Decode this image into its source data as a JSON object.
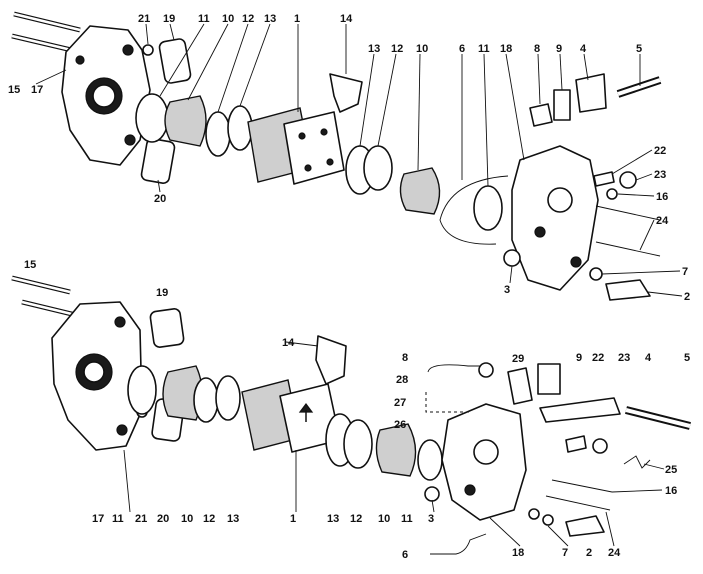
{
  "diagram": {
    "callouts_upper": [
      "21",
      "19",
      "11",
      "10",
      "12",
      "13",
      "1",
      "14",
      "13",
      "12",
      "10",
      "6",
      "11",
      "18",
      "8",
      "9",
      "4",
      "5",
      "15",
      "17",
      "20",
      "22",
      "23",
      "16",
      "24",
      "7",
      "3",
      "2"
    ],
    "callouts_lower": [
      "15",
      "19",
      "14",
      "8",
      "29",
      "9",
      "22",
      "23",
      "4",
      "5",
      "28",
      "27",
      "26",
      "25",
      "16",
      "17",
      "11",
      "21",
      "20",
      "10",
      "12",
      "13",
      "1",
      "13",
      "12",
      "10",
      "11",
      "3",
      "18",
      "7",
      "2",
      "24",
      "6"
    ]
  }
}
